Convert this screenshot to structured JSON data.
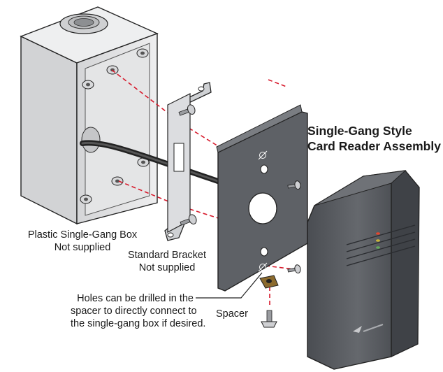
{
  "title": {
    "line1": "Single-Gang Style",
    "line2": "Card Reader Assembly"
  },
  "labels": {
    "box_line1": "Plastic Single-Gang Box",
    "box_line2": "Not supplied",
    "bracket_line1": "Standard Bracket",
    "bracket_line2": "Not supplied",
    "holes_line1": "Holes can be drilled in the",
    "holes_line2": "spacer to directly connect to",
    "holes_line3": "the single-gang box if desired.",
    "spacer": "Spacer"
  },
  "colors": {
    "guide_line": "#d7192b",
    "outline": "#222222",
    "box_fill": "#e6e7e8",
    "plate_fill": "#5e6166",
    "reader_fill": "#55585d",
    "led_red": "#e2462f",
    "led_yellow": "#c9b43a",
    "led_green": "#63a85a"
  }
}
